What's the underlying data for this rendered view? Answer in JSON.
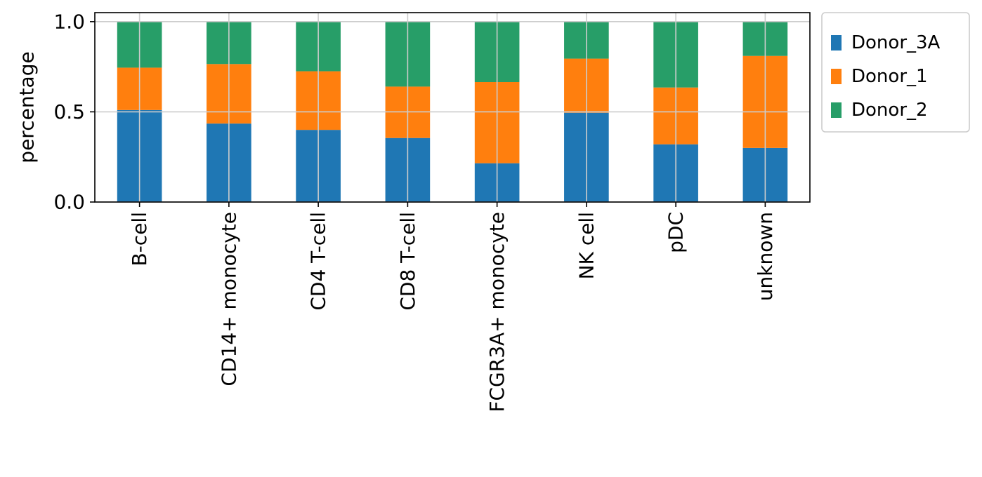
{
  "chart_data": {
    "type": "bar",
    "stacked": true,
    "title": "",
    "xlabel": "",
    "ylabel": "percentage",
    "ylim": [
      0,
      1.05
    ],
    "yticks": [
      "0.0",
      "0.5",
      "1.0"
    ],
    "grid": true,
    "legend_position": "outside-top-right",
    "categories": [
      "B-cell",
      "CD14+ monocyte",
      "CD4 T-cell",
      "CD8 T-cell",
      "FCGR3A+ monocyte",
      "NK cell",
      "pDC",
      "unknown"
    ],
    "series": [
      {
        "name": "Donor_3A",
        "color": "#1f77b4",
        "values": [
          0.51,
          0.435,
          0.4,
          0.355,
          0.215,
          0.495,
          0.32,
          0.3
        ]
      },
      {
        "name": "Donor_1",
        "color": "#ff7f0e",
        "values": [
          0.235,
          0.33,
          0.325,
          0.285,
          0.45,
          0.3,
          0.315,
          0.51
        ]
      },
      {
        "name": "Donor_2",
        "color": "#279e68",
        "values": [
          0.255,
          0.235,
          0.275,
          0.36,
          0.335,
          0.205,
          0.365,
          0.19
        ]
      }
    ]
  }
}
